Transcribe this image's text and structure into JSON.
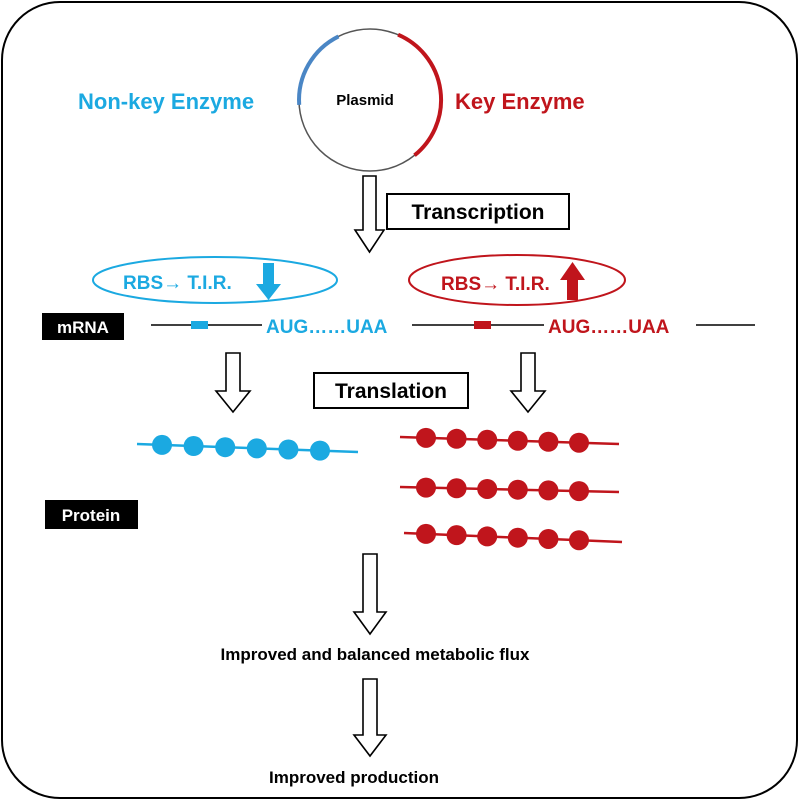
{
  "labels": {
    "plasmid": "Plasmid",
    "non_key_enzyme": "Non-key Enzyme",
    "key_enzyme": "Key Enzyme",
    "transcription": "Transcription",
    "translation": "Translation",
    "mrna": "mRNA",
    "protein": "Protein",
    "rbs_tir": "RBS→ T.I.R.",
    "codons": "AUG……UAA",
    "flux": "Improved and balanced metabolic flux",
    "production": "Improved production"
  },
  "colors": {
    "non_key": "#1ba9e1",
    "key": "#c0151c",
    "text": "#000000"
  },
  "icons": {
    "tir_decrease": "arrow-down-icon",
    "tir_increase": "arrow-up-icon",
    "step": "hollow-arrow-down-icon"
  },
  "proteins": {
    "non_key_chain_count": 1,
    "key_chain_count": 3,
    "beads_per_chain": 6
  }
}
